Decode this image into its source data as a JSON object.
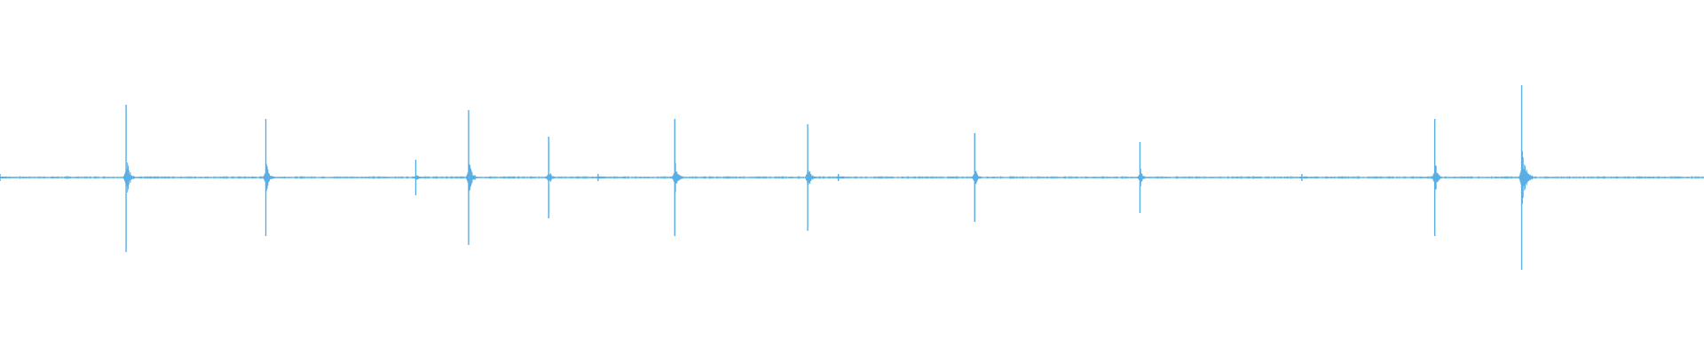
{
  "waveform": {
    "color": "#5aaee3",
    "peaks": [
      {
        "t": 0.0,
        "up": 0.02,
        "down": 0.02
      },
      {
        "t": 0.074,
        "up": 0.41,
        "down": 0.42
      },
      {
        "t": 0.156,
        "up": 0.33,
        "down": 0.33
      },
      {
        "t": 0.244,
        "up": 0.1,
        "down": 0.1
      },
      {
        "t": 0.275,
        "up": 0.38,
        "down": 0.38
      },
      {
        "t": 0.322,
        "up": 0.23,
        "down": 0.23
      },
      {
        "t": 0.351,
        "up": 0.02,
        "down": 0.02
      },
      {
        "t": 0.396,
        "up": 0.33,
        "down": 0.33
      },
      {
        "t": 0.474,
        "up": 0.3,
        "down": 0.3
      },
      {
        "t": 0.492,
        "up": 0.02,
        "down": 0.02
      },
      {
        "t": 0.572,
        "up": 0.25,
        "down": 0.25
      },
      {
        "t": 0.669,
        "up": 0.2,
        "down": 0.2
      },
      {
        "t": 0.764,
        "up": 0.02,
        "down": 0.02
      },
      {
        "t": 0.842,
        "up": 0.33,
        "down": 0.33
      },
      {
        "t": 0.893,
        "up": 0.52,
        "down": 0.52
      }
    ],
    "baseline_noise": 0.006
  }
}
